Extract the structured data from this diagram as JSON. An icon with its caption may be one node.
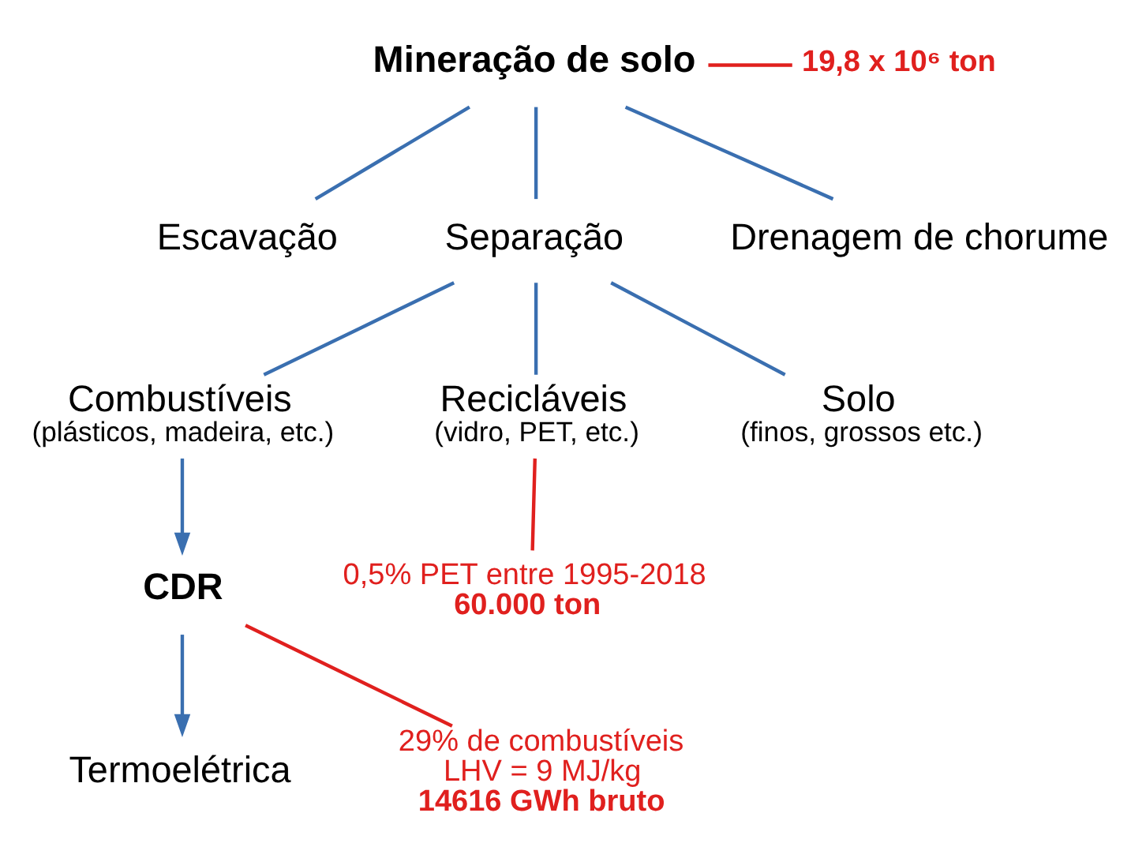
{
  "diagram": {
    "nodes": [
      {
        "text": [
          "Mineração de solo"
        ]
      },
      {
        "text": [
          "19,8 x 10⁶ ton"
        ]
      },
      {
        "text": [
          "Escavação"
        ]
      },
      {
        "text": [
          "Separação"
        ]
      },
      {
        "text": [
          "Drenagem de chorume"
        ]
      },
      {
        "text": [
          "Combustíveis",
          "(plásticos, madeira, etc.)"
        ]
      },
      {
        "text": [
          "Recicláveis",
          "(vidro, PET, etc.)"
        ]
      },
      {
        "text": [
          "Solo",
          "(finos, grossos etc.)"
        ]
      },
      {
        "text": [
          "CDR"
        ]
      },
      {
        "text": [
          "Termoelétrica"
        ]
      },
      {
        "text": [
          "0,5% PET entre 1995-2018",
          "60.000 ton"
        ]
      },
      {
        "text": [
          "29% de combustíveis",
          "LHV = 9 MJ/kg",
          "14616 GWh bruto"
        ]
      }
    ],
    "edges": [
      {
        "from": 0,
        "to": 2,
        "arrow": "none"
      },
      {
        "from": 0,
        "to": 3,
        "arrow": "none"
      },
      {
        "from": 0,
        "to": 4,
        "arrow": "none"
      },
      {
        "from": 3,
        "to": 5,
        "arrow": "none"
      },
      {
        "from": 3,
        "to": 6,
        "arrow": "none"
      },
      {
        "from": 3,
        "to": 7,
        "arrow": "none"
      },
      {
        "from": 5,
        "to": 8,
        "arrow": "to"
      },
      {
        "from": 8,
        "to": 9,
        "arrow": "to"
      },
      {
        "from": 1,
        "to": 0,
        "arrow": "none",
        "color": "#e0201e"
      },
      {
        "from": 6,
        "to": 10,
        "arrow": "none",
        "color": "#e0201e"
      },
      {
        "from": 8,
        "to": 11,
        "arrow": "none",
        "color": "#e0201e"
      }
    ]
  }
}
